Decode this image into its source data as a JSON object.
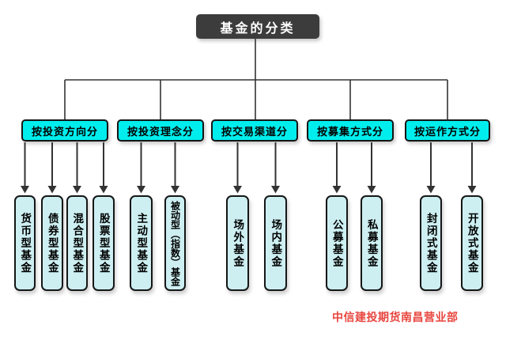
{
  "diagram": {
    "root_label": "基金的分类",
    "groups": [
      {
        "label": "按投资方向分",
        "children": [
          "货币型基金",
          "债券型基金",
          "混合型基金",
          "股票型基金"
        ]
      },
      {
        "label": "按投资理念分",
        "children": [
          "主动型基金",
          "被动型（指数）基金"
        ]
      },
      {
        "label": "按交易渠道分",
        "children": [
          "场外基金",
          "场内基金"
        ]
      },
      {
        "label": "按募集方式分",
        "children": [
          "公募基金",
          "私募基金"
        ]
      },
      {
        "label": "按运作方式分",
        "children": [
          "封闭式基金",
          "开放式基金"
        ]
      }
    ],
    "watermark": "中信建投期货南昌营业部",
    "colors": {
      "root_fill": "#3C3C3C",
      "root_text": "#FFFFFF",
      "category_fill": "#00EDED",
      "leaf_fill": "#CDEFF2",
      "border": "#161616",
      "connector": "#333333",
      "watermark_red": "#E8463F"
    }
  }
}
